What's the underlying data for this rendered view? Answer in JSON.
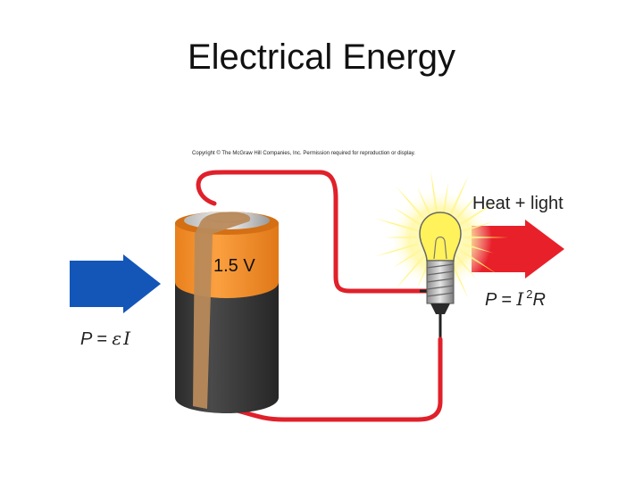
{
  "slide": {
    "title": "Electrical Energy"
  },
  "diagram": {
    "copyright": "Copyright © The McGraw Hill Companies, Inc. Permission required for reproduction or display.",
    "battery_label": "1.5 V",
    "output_label": "Heat + light",
    "input_formula": {
      "lhs": "P = ",
      "emf": "ε",
      "current": "I"
    },
    "output_formula": {
      "lhs": "P = ",
      "current": "I",
      "exponent": "2",
      "resistance": "R"
    }
  },
  "colors": {
    "input_arrow": "#1456b8",
    "output_arrow": "#e8202a",
    "wire": "#e0202a",
    "battery_top": "#f7902a",
    "battery_body": "#3a3a3a",
    "bulb_glass": "#fff25a",
    "glow": "#fff7a0"
  }
}
